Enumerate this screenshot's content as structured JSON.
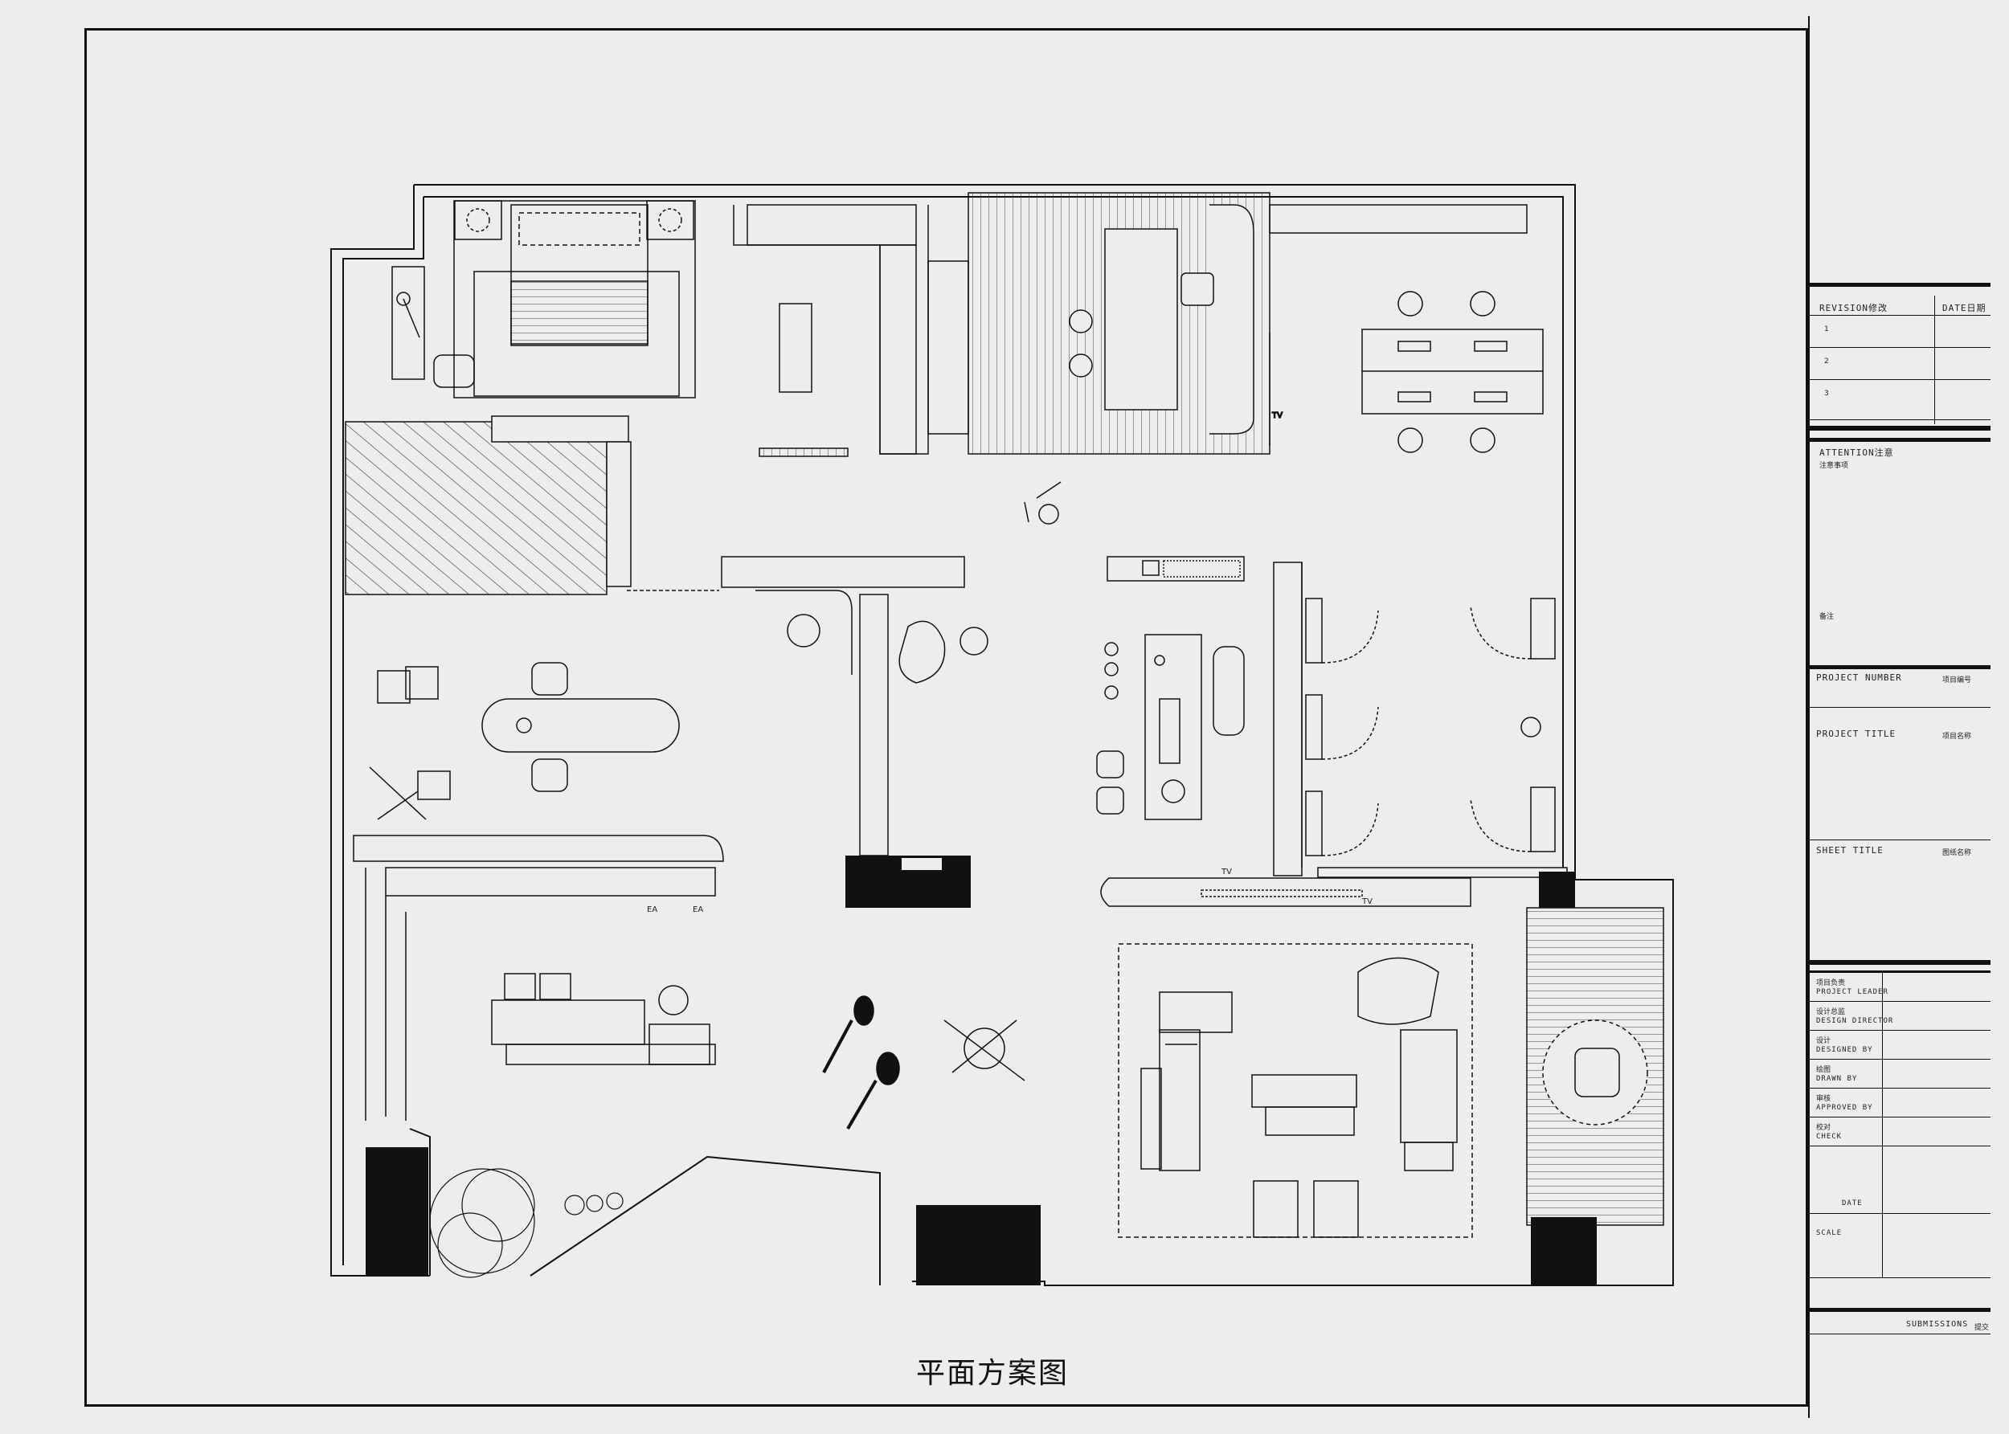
{
  "plan_title": "平面方案图",
  "labels": {
    "tv": "TV",
    "ea": "EA"
  },
  "title_block": {
    "revision": "REVISION修改",
    "date": "DATE日期",
    "revision_marks": [
      "1",
      "2",
      "3"
    ],
    "attention": "ATTENTION注意",
    "attention_cn": "注意事项",
    "attention_note": "备注",
    "project_number": "PROJECT NUMBER",
    "project_number_cn": "项目编号",
    "project_title": "PROJECT TITLE",
    "project_title_cn": "项目名称",
    "sheet_title": "SHEET TITLE",
    "sheet_title_cn": "图纸名称",
    "signoff": [
      {
        "cn": "项目负责",
        "en": "PROJECT LEADER"
      },
      {
        "cn": "设计总监",
        "en": "DESIGN DIRECTOR"
      },
      {
        "cn": "设计",
        "en": "DESIGNED BY"
      },
      {
        "cn": "绘图",
        "en": "DRAWN BY"
      },
      {
        "cn": "审核",
        "en": "APPROVED BY"
      },
      {
        "cn": "校对",
        "en": "CHECK"
      }
    ],
    "date_label": "DATE",
    "scale_label": "SCALE",
    "submissions": "SUBMISSIONS",
    "submissions_cn": "提交"
  },
  "colors": {
    "paper": "#ededec",
    "ink": "#111111"
  }
}
